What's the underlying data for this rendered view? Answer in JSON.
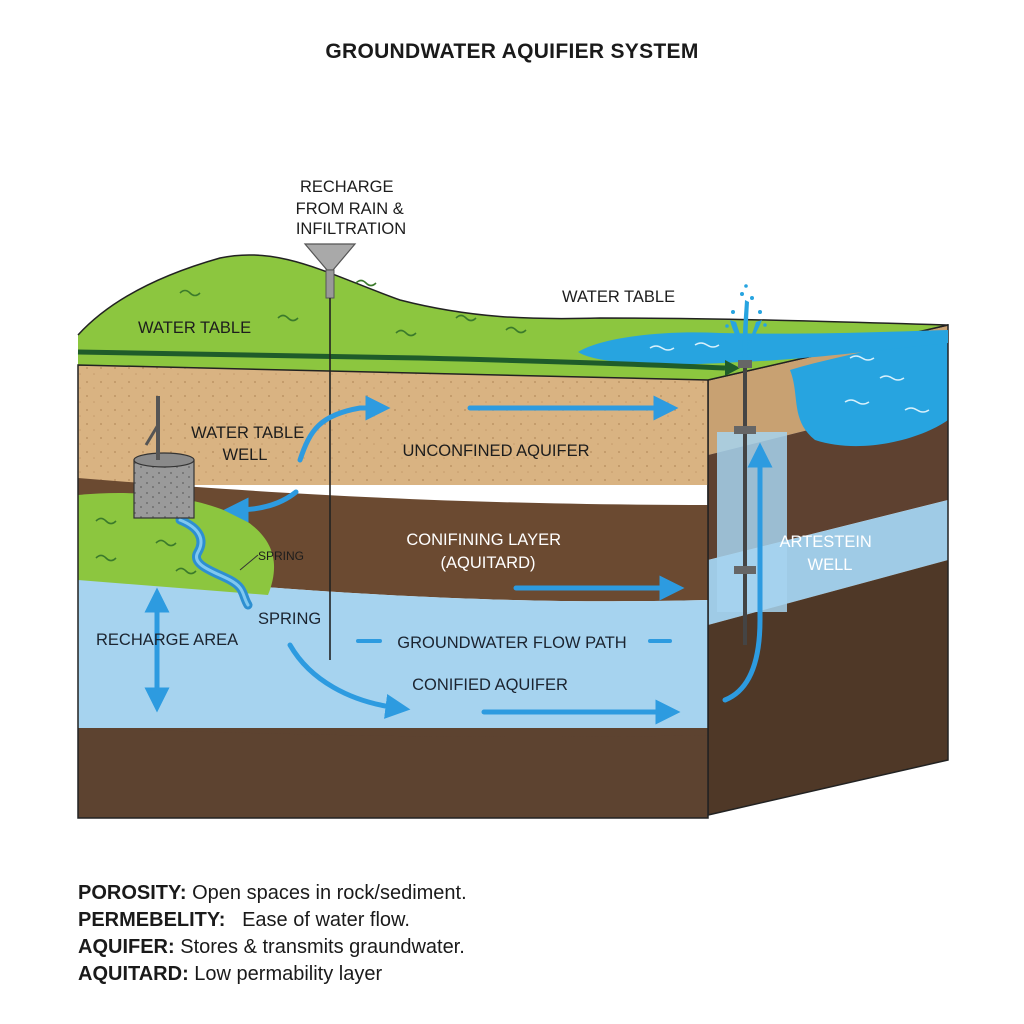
{
  "title": "GROUNDWATER AQUIFIER SYSTEM",
  "labels": {
    "recharge_rain": [
      "RECHARGE",
      "FROM RAIN &",
      "INFILTRATION"
    ],
    "water_table_left": "WATER TABLE",
    "water_table_right": "WATER TABLE",
    "water_table_well": [
      "WATER TABLE",
      "WELL"
    ],
    "unconfined_aquifer": "UNCONFINED AQUIFER",
    "confining_layer": [
      "CONIFINING LAYER",
      "(AQUITARD)"
    ],
    "artesian_well": [
      "ARTESTEIN",
      "WELL"
    ],
    "spring_small": "SPRING",
    "spring": "SPRING",
    "recharge_area": "RECHARGE AREA",
    "groundwater_flow_path": "GROUNDWATER FLOW PATH",
    "confined_aquifer": "CONIFIED AQUIFER"
  },
  "legend": [
    {
      "term": "POROSITY:",
      "definition": " Open spaces in rock/sediment."
    },
    {
      "term": "PERMEBELITY:",
      "definition": "   Ease of water flow."
    },
    {
      "term": "AQUIFER:",
      "definition": " Stores & transmits graundwater."
    },
    {
      "term": "AQUITARD:",
      "definition": " Low permability layer"
    }
  ],
  "colors": {
    "grass": "#8cc63f",
    "sand": "#d9b382",
    "clay": "#6b4a31",
    "aquifer": "#a6d3ef",
    "bedrock": "#5d4330",
    "lake": "#27a4e0",
    "arrow": "#2d9be0",
    "water_table_line": "#1f5c2a"
  }
}
